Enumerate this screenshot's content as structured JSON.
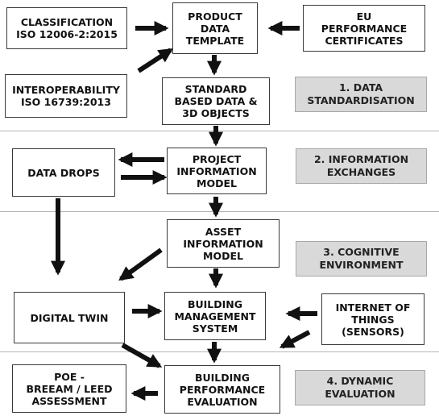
{
  "boxes": {
    "classification": "CLASSIFICATION\nISO 12006-2:2015",
    "product_data_template": "PRODUCT\nDATA\nTEMPLATE",
    "eu_performance_certificates": "EU\nPERFORMANCE\nCERTIFICATES",
    "interoperability": "INTEROPERABILITY\nISO 16739:2013",
    "standard_based_data": "STANDARD\nBASED DATA &\n3D OBJECTS",
    "data_drops": "DATA DROPS",
    "project_information_model": "PROJECT\nINFORMATION\nMODEL",
    "asset_information_model": "ASSET\nINFORMATION\nMODEL",
    "digital_twin": "DIGITAL TWIN",
    "building_management_system": "BUILDING\nMANAGEMENT\nSYSTEM",
    "internet_of_things": "INTERNET OF\nTHINGS\n(SENSORS)",
    "poe_breeam_leed": "POE -\nBREEAM / LEED\nASSESSMENT",
    "building_performance_evaluation": "BUILDING\nPERFORMANCE\nEVALUATION"
  },
  "stages": {
    "stage1": "1. DATA\nSTANDARDISATION",
    "stage2": "2. INFORMATION\nEXCHANGES",
    "stage3": "3. COGNITIVE\nENVIRONMENT",
    "stage4": "4. DYNAMIC\nEVALUATION"
  },
  "colors": {
    "box_border": "#3a3a3a",
    "stage_fill": "#d9d9d9",
    "arrow": "#111111",
    "divider": "#b5b5b5"
  }
}
